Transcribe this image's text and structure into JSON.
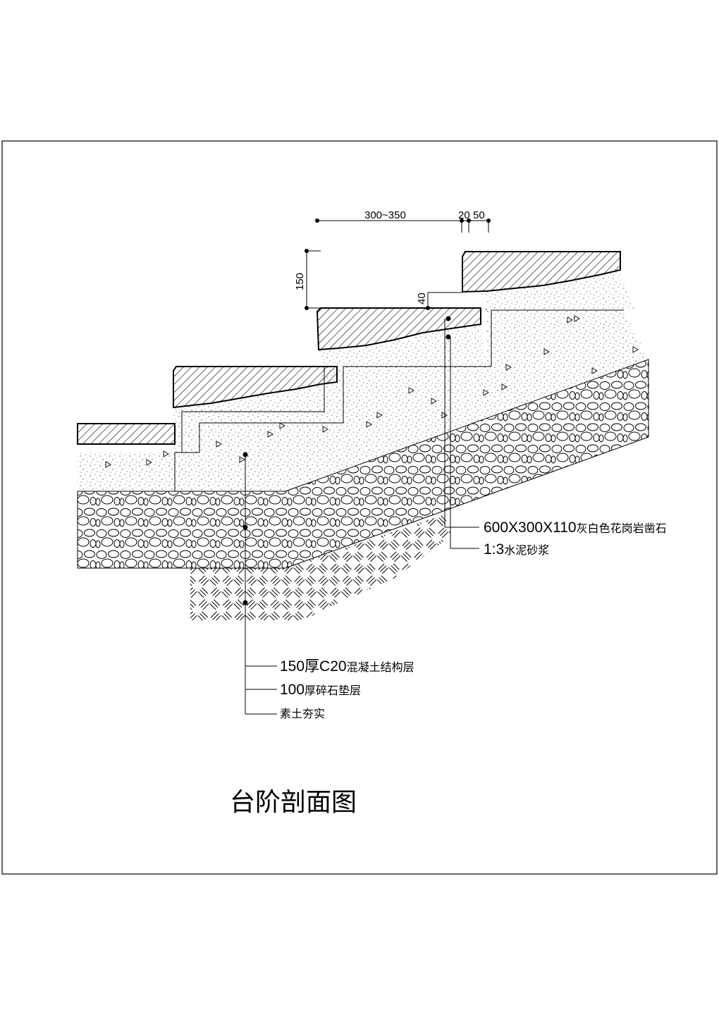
{
  "dimensions": {
    "tread": "300~350",
    "nosing_a": "20",
    "nosing_b": "50",
    "riser": "150",
    "joint": "40"
  },
  "callouts_right": [
    {
      "code": "600X300X110",
      "text": "灰白色花岗岩凿石"
    },
    {
      "code": "1:3",
      "text": "水泥砂浆"
    }
  ],
  "callouts_left": [
    {
      "code": "150厚C20",
      "text": "混凝土结构层"
    },
    {
      "code": "100",
      "text": "厚碎石垫层"
    },
    {
      "code": "",
      "text": "素土夯实"
    }
  ],
  "title": "台阶剖面图"
}
